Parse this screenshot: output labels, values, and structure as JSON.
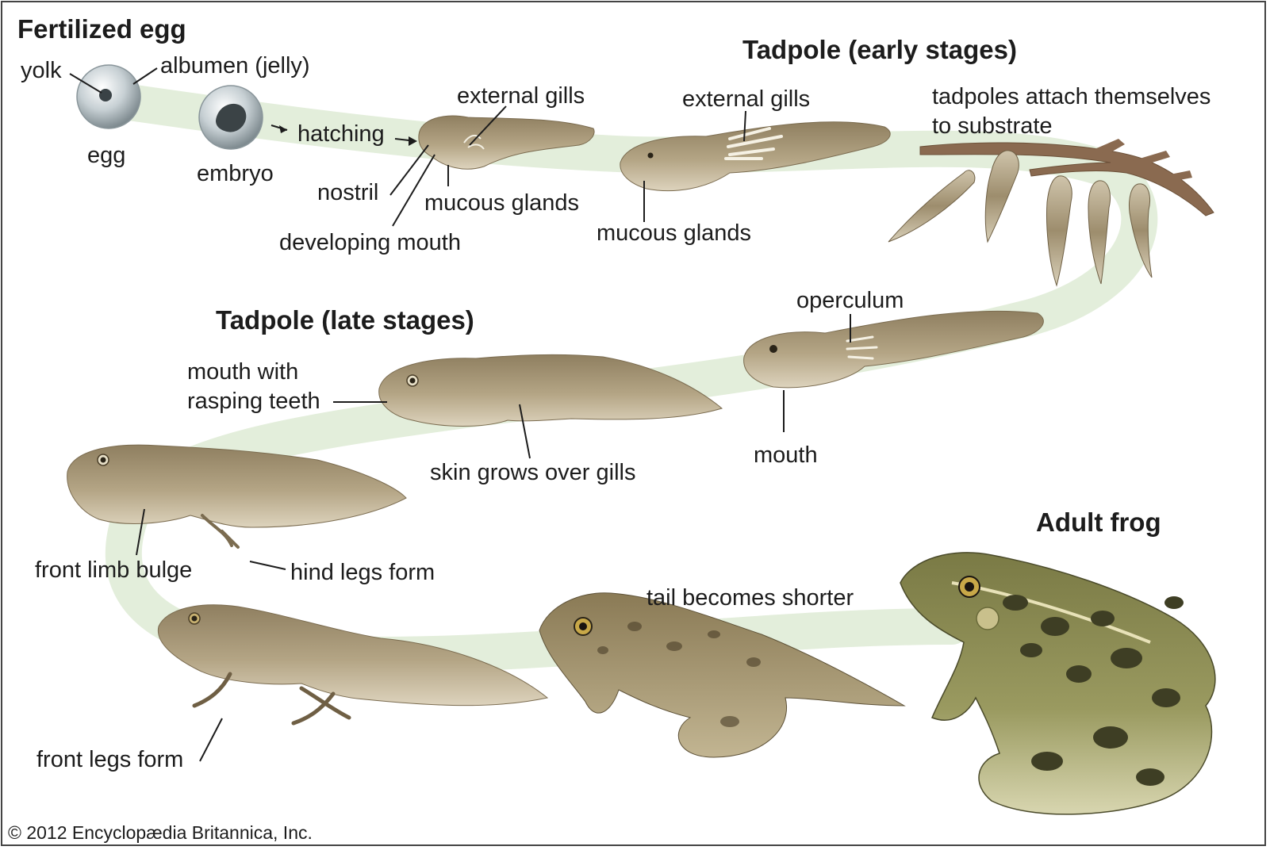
{
  "headings": {
    "fertilized_egg": "Fertilized egg",
    "tadpole_early": "Tadpole (early stages)",
    "tadpole_late": "Tadpole (late stages)",
    "adult_frog": "Adult frog"
  },
  "labels": {
    "yolk": "yolk",
    "albumen": "albumen (jelly)",
    "egg": "egg",
    "embryo": "embryo",
    "hatching": "hatching",
    "nostril": "nostril",
    "developing_mouth": "developing mouth",
    "external_gills_1": "external gills",
    "mucous_glands_1": "mucous glands",
    "external_gills_2": "external gills",
    "mucous_glands_2": "mucous glands",
    "attach_line1": "tadpoles attach themselves",
    "attach_line2": "to substrate",
    "operculum": "operculum",
    "mouth": "mouth",
    "mouth_teeth_line1": "mouth with",
    "mouth_teeth_line2": "rasping teeth",
    "skin_gills": "skin grows over gills",
    "front_limb_bulge": "front limb bulge",
    "hind_legs_form": "hind legs form",
    "front_legs_form": "front legs form",
    "tail_shorter": "tail becomes shorter"
  },
  "copyright": "© 2012 Encyclopædia Britannica, Inc.",
  "colors": {
    "path": "#e3eedb",
    "tadpole_body": "#b8a98a",
    "tadpole_dark": "#8c7c5e",
    "frog_body": "#8a8a52",
    "frog_spot": "#3e3e24",
    "branch": "#8a6a50",
    "egg": "#b9c3c8"
  }
}
